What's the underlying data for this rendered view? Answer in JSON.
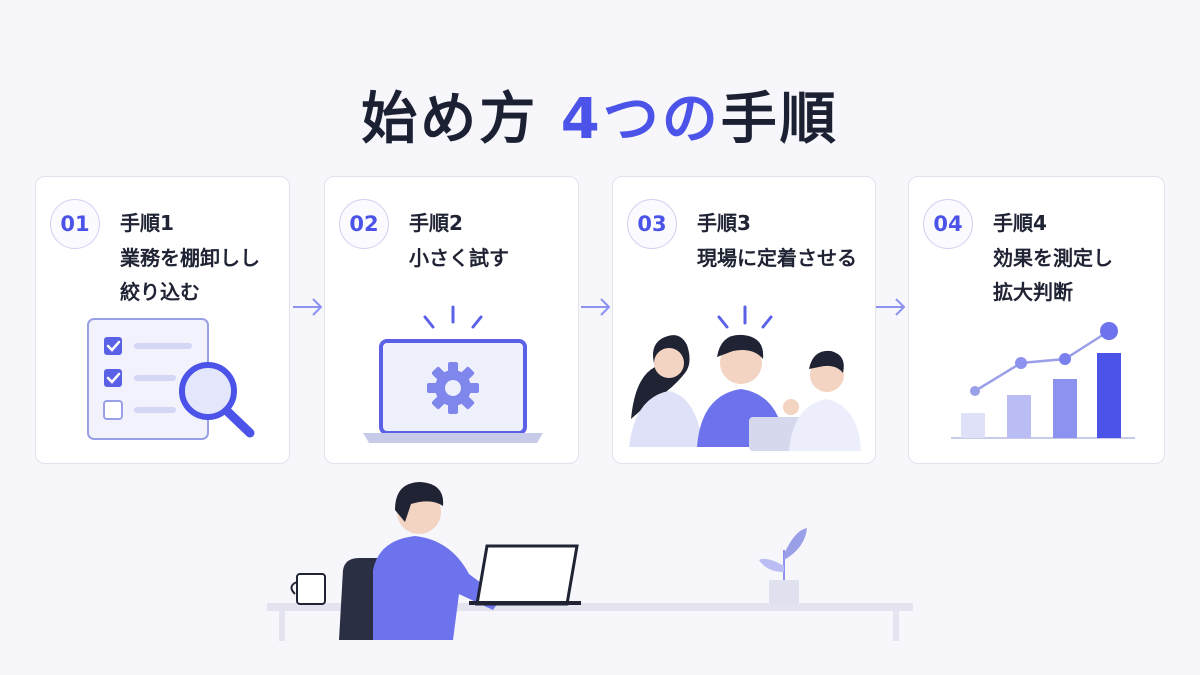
{
  "title": {
    "prefix": "始め方",
    "accent": "4つの",
    "suffix": "手順"
  },
  "steps": [
    {
      "number": "01",
      "label": "手順1",
      "lines": [
        "業務を棚卸しし",
        "絞り込む"
      ],
      "icon": "checklist-magnifier-icon"
    },
    {
      "number": "02",
      "label": "手順2",
      "lines": [
        "小さく試す"
      ],
      "icon": "laptop-gear-icon"
    },
    {
      "number": "03",
      "label": "手順3",
      "lines": [
        "現場に定着させる"
      ],
      "icon": "team-discussion-icon"
    },
    {
      "number": "04",
      "label": "手順4",
      "lines": [
        "効果を測定し",
        "拡大判断"
      ],
      "icon": "growth-chart-icon"
    }
  ],
  "colors": {
    "accent": "#4b53e8",
    "accent_light": "#8d92f0",
    "text": "#1f2333",
    "card_border": "#e1e2ec",
    "background": "#f6f6fb"
  }
}
